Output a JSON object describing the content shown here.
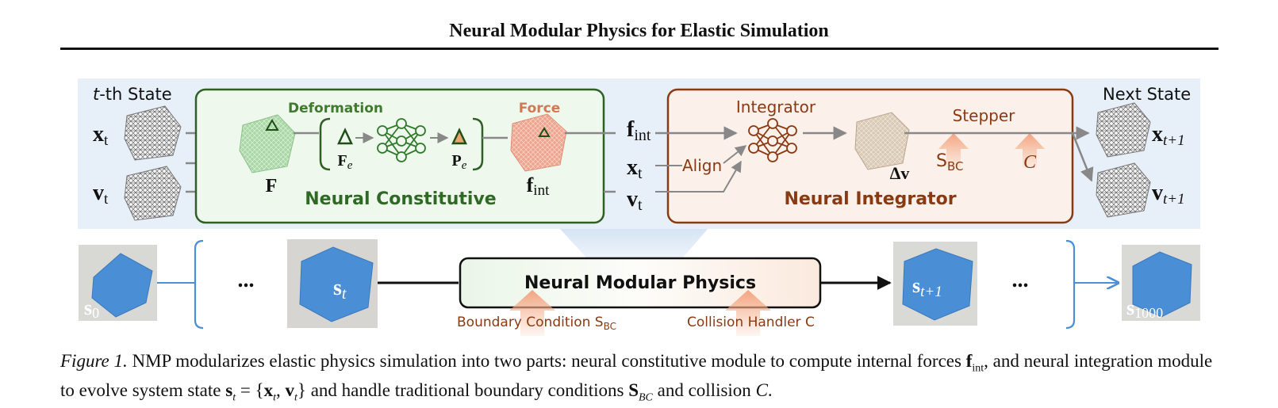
{
  "page": {
    "title": "Neural Modular Physics for Elastic Simulation"
  },
  "diagram": {
    "state_in": {
      "label_prefix": "t",
      "label_suffix": "-th State",
      "x": "x",
      "x_sub": "t",
      "v": "v",
      "v_sub": "t"
    },
    "constitutive": {
      "title": "Neural Constitutive",
      "deformation": "Deformation",
      "force": "Force",
      "F": "F",
      "Fe": "F",
      "Fe_sub": "e",
      "Pe": "P",
      "Pe_sub": "e",
      "fint": "f",
      "fint_sub": "int",
      "delta": "Δ",
      "colors": {
        "bg": "#eef8ec",
        "border": "#2f5f24",
        "title": "#2f6a24",
        "label": "#3f7a2f"
      }
    },
    "middle": {
      "f": "f",
      "f_sub": "int",
      "x": "x",
      "x_sub": "t",
      "v": "v",
      "v_sub": "t",
      "align": "Align"
    },
    "integrator": {
      "title": "Neural Integrator",
      "integrator": "Integrator",
      "stepper": "Stepper",
      "dv": "Δv",
      "sbc": "S",
      "sbc_sub": "BC",
      "collision": "C",
      "colors": {
        "bg": "#fbf1ea",
        "border": "#8a3a12",
        "title": "#8a3a12"
      }
    },
    "state_out": {
      "label": "Next State",
      "x": "x",
      "x_sub": "t+1",
      "v": "v",
      "v_sub": "t+1"
    },
    "timeline": {
      "s0": "s",
      "s0_sub": "0",
      "st": "s",
      "st_sub": "t",
      "st1": "s",
      "st1_sub": "t+1",
      "s1000": "s",
      "s1000_sub": "1000",
      "ellipsis_left": "...",
      "ellipsis_right": "...",
      "center_box": "Neural Modular Physics",
      "boundary": "Boundary Condition S",
      "boundary_sub": "BC",
      "collision": "Collision Handler C"
    },
    "colors": {
      "strip_bg": "#e7f0f9",
      "cube_blue": "#4a8fd6",
      "bracket": "#4a8fd6",
      "arrow": "#888888"
    }
  },
  "caption": {
    "label": "Figure 1.",
    "text1": " NMP modularizes elastic physics simulation into two parts: neural constitutive module to compute internal forces ",
    "f": "f",
    "f_sub": "int",
    "text2": ", and neural integration module to evolve system state ",
    "s": "s",
    "s_sub": "t",
    "eq": " = {",
    "x": "x",
    "x_sub": "t",
    "comma": ", ",
    "v": "v",
    "v_sub": "t",
    "close": "}",
    "text3": " and handle traditional boundary conditions ",
    "S": "S",
    "S_sub": "BC",
    "text4": " and collision ",
    "C": "C",
    "end": "."
  }
}
